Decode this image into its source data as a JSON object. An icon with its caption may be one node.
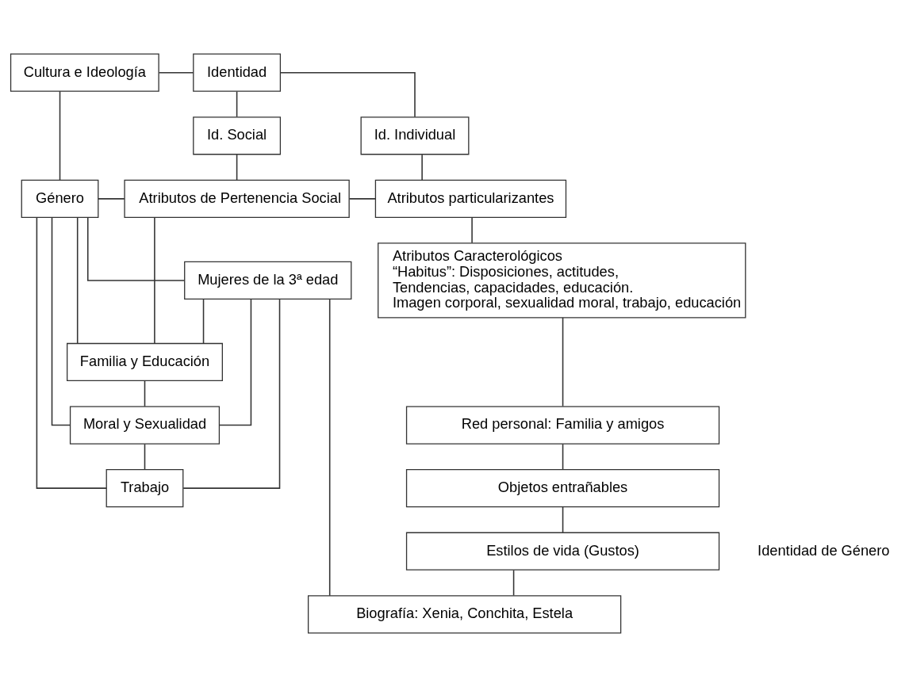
{
  "diagram": {
    "nodes": [
      {
        "text": [
          "Cultura e Ideología"
        ]
      },
      {
        "text": [
          "Identidad"
        ]
      },
      {
        "text": [
          "Id. Social"
        ]
      },
      {
        "text": [
          "Id. Individual"
        ]
      },
      {
        "text": [
          "Género"
        ]
      },
      {
        "text": [
          "Atributos de Pertenencia Social"
        ]
      },
      {
        "text": [
          "Atributos particularizantes"
        ]
      },
      {
        "text": [
          "Atributos Caracterológicos",
          "“Habitus”: Disposiciones, actitudes,",
          "Tendencias, capacidades, educación.",
          "Imagen corporal, sexualidad moral, trabajo, educación"
        ]
      },
      {
        "text": [
          "Mujeres de la 3ª edad"
        ]
      },
      {
        "text": [
          "Familia y Educación"
        ]
      },
      {
        "text": [
          "Moral y Sexualidad"
        ]
      },
      {
        "text": [
          "Trabajo"
        ]
      },
      {
        "text": [
          "Red personal: Familia y amigos"
        ]
      },
      {
        "text": [
          "Objetos entrañables"
        ]
      },
      {
        "text": [
          "Estilos de vida (Gustos)"
        ]
      },
      {
        "text": [
          "Biografía: Xenia, Conchita, Estela"
        ]
      }
    ],
    "edges": [
      {
        "from": 0,
        "to": 1,
        "arrow": "none"
      },
      {
        "from": 1,
        "to": 2,
        "arrow": "none"
      },
      {
        "from": 1,
        "to": 3,
        "arrow": "none"
      },
      {
        "from": 0,
        "to": 4,
        "arrow": "none"
      },
      {
        "from": 2,
        "to": 5,
        "arrow": "none"
      },
      {
        "from": 3,
        "to": 6,
        "arrow": "none"
      },
      {
        "from": 4,
        "to": 5,
        "arrow": "none"
      },
      {
        "from": 5,
        "to": 6,
        "arrow": "none"
      },
      {
        "from": 6,
        "to": 7,
        "arrow": "none"
      },
      {
        "from": 4,
        "to": 8,
        "arrow": "none"
      },
      {
        "from": 4,
        "to": 9,
        "arrow": "none"
      },
      {
        "from": 4,
        "to": 10,
        "arrow": "none"
      },
      {
        "from": 4,
        "to": 11,
        "arrow": "none"
      },
      {
        "from": 8,
        "to": 9,
        "arrow": "none"
      },
      {
        "from": 8,
        "to": 10,
        "arrow": "none"
      },
      {
        "from": 8,
        "to": 11,
        "arrow": "none"
      },
      {
        "from": 5,
        "to": 9,
        "arrow": "none"
      },
      {
        "from": 9,
        "to": 10,
        "arrow": "none"
      },
      {
        "from": 10,
        "to": 11,
        "arrow": "none"
      },
      {
        "from": 7,
        "to": 12,
        "arrow": "none"
      },
      {
        "from": 12,
        "to": 13,
        "arrow": "none"
      },
      {
        "from": 13,
        "to": 14,
        "arrow": "none"
      },
      {
        "from": 14,
        "to": 15,
        "arrow": "none"
      },
      {
        "from": 8,
        "to": 15,
        "arrow": "none"
      }
    ],
    "labels": [
      "Identidad de Género"
    ]
  }
}
